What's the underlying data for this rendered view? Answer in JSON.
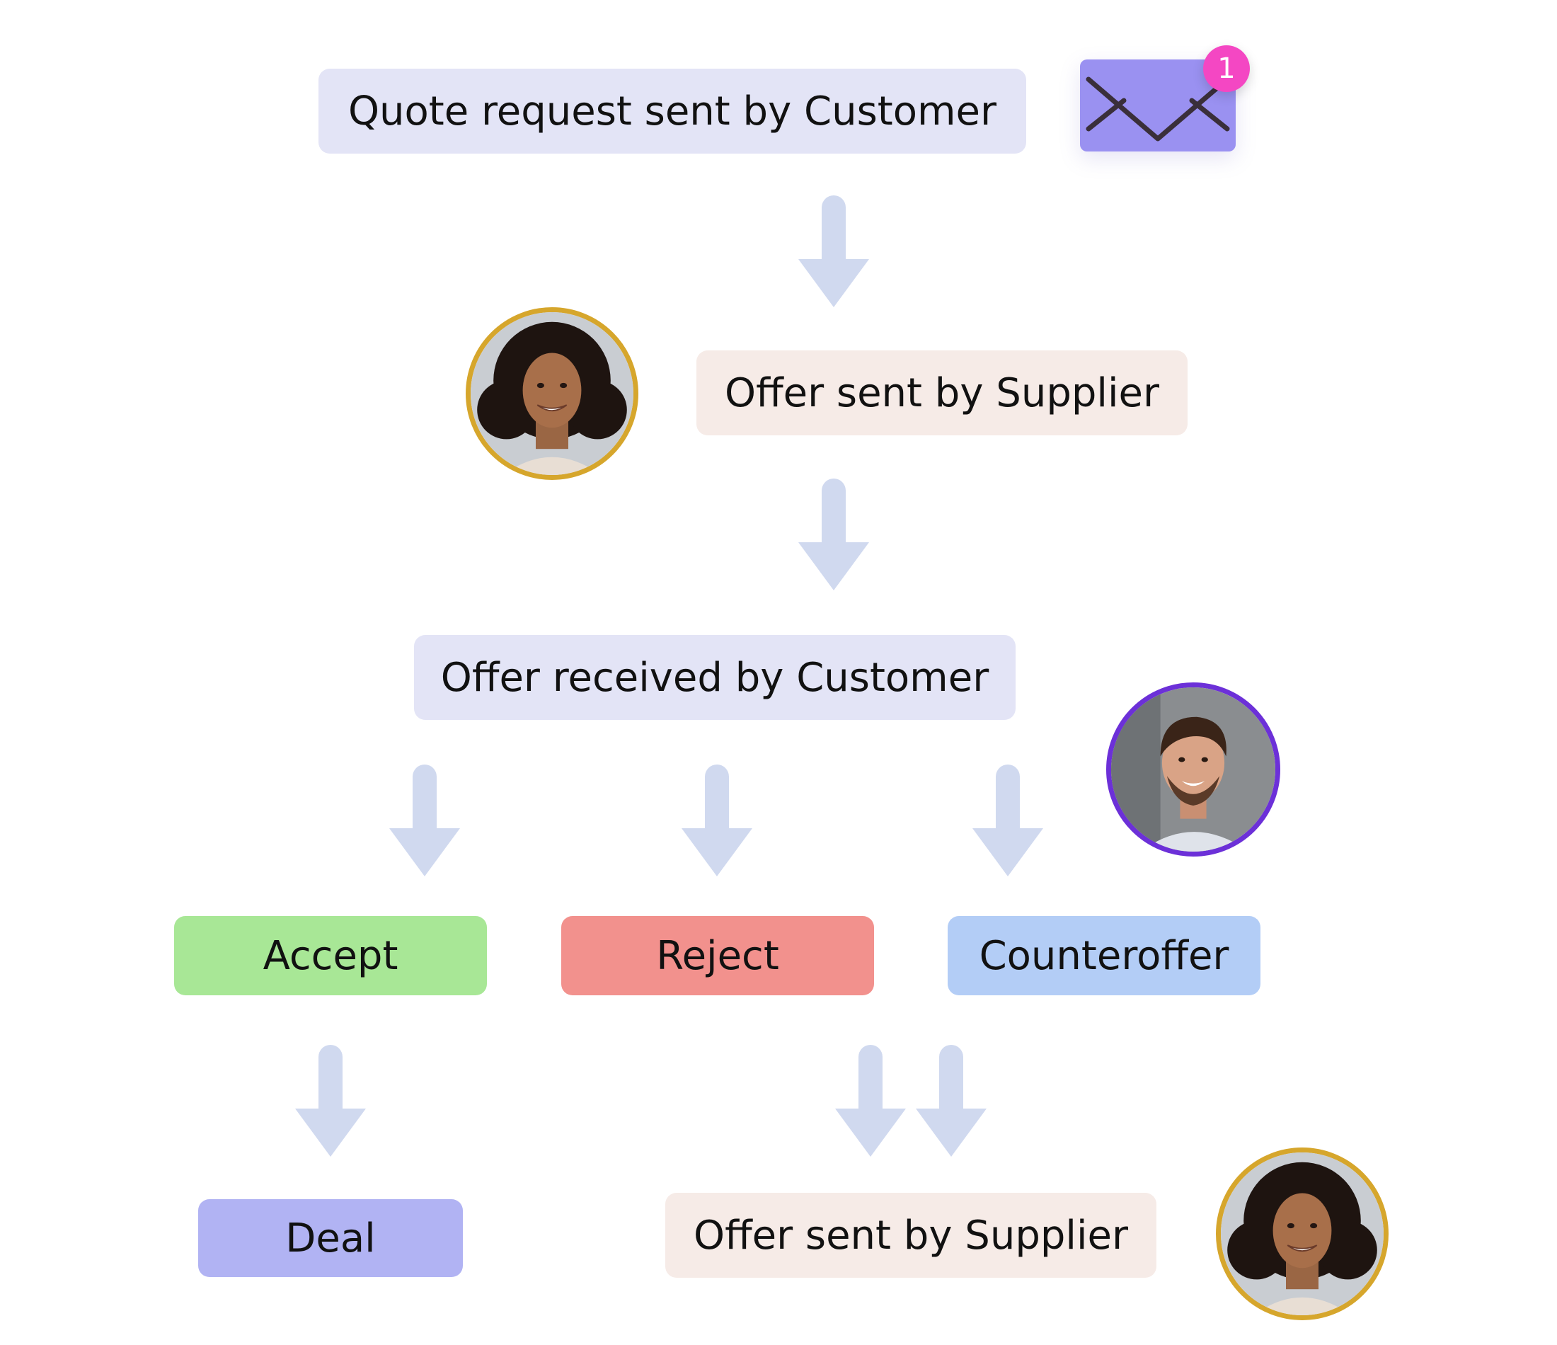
{
  "nodes": {
    "quote_request": "Quote request sent by Customer",
    "offer_sent_1": "Offer sent by Supplier",
    "offer_received": "Offer received by Customer",
    "accept": "Accept",
    "reject": "Reject",
    "counteroffer": "Counteroffer",
    "deal": "Deal",
    "offer_sent_2": "Offer sent by Supplier"
  },
  "notification": {
    "icon": "envelope-icon",
    "badge_count": "1"
  },
  "avatars": {
    "supplier": "supplier-avatar",
    "customer": "customer-avatar"
  },
  "colors": {
    "lavender_box": "#e3e4f6",
    "beige_box": "#f6ebe7",
    "accept": "#a8e796",
    "reject": "#f2918d",
    "counteroffer": "#b3cdf6",
    "deal": "#b1b3f3",
    "arrow": "#d0d9ef",
    "supplier_ring": "#d6a62c",
    "customer_ring": "#6c30d8",
    "badge": "#f447c3"
  }
}
